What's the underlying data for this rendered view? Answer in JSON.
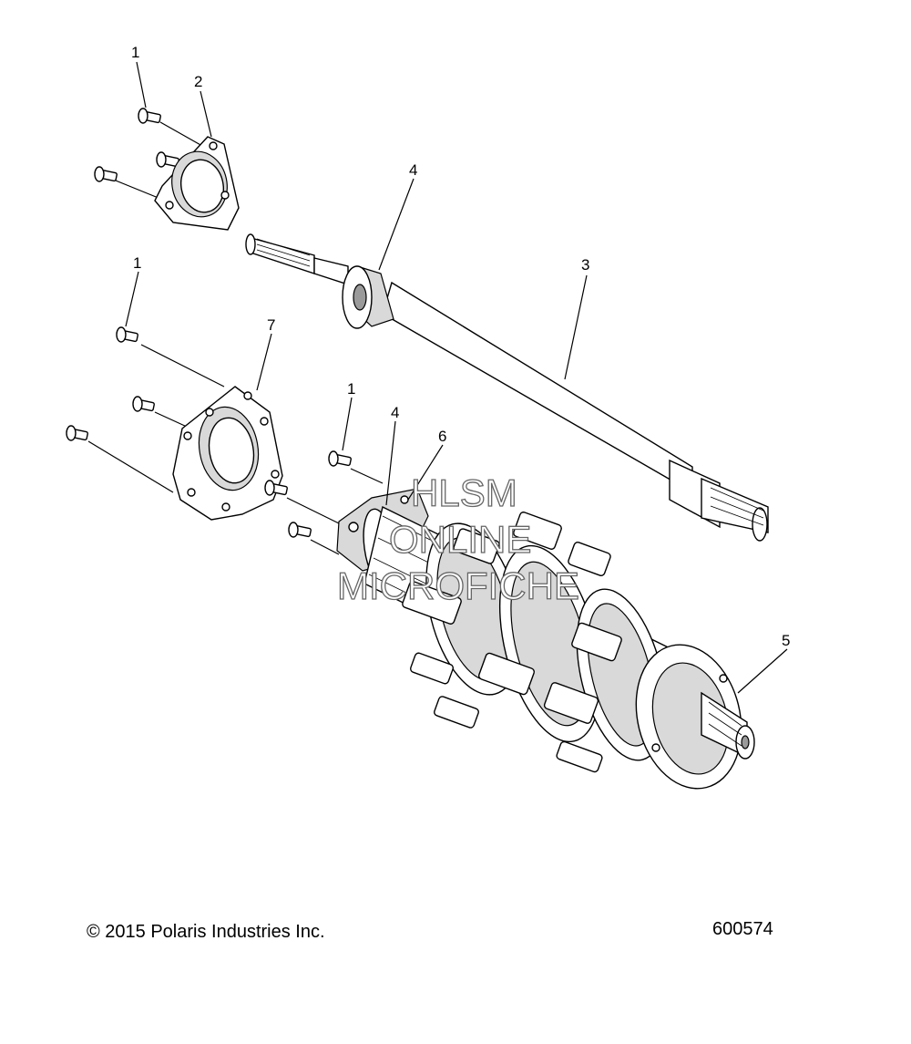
{
  "callouts": {
    "c1a": "1",
    "c2": "2",
    "c4a": "4",
    "c3": "3",
    "c1b": "1",
    "c7": "7",
    "c1c": "1",
    "c4b": "4",
    "c6": "6",
    "c5": "5"
  },
  "watermark": {
    "line1": "HLSM",
    "line2": "ONLINE",
    "line3": "MICROFICHE"
  },
  "footer": {
    "copyright": "© 2015 Polaris Industries Inc.",
    "drawing_number": "600574"
  }
}
